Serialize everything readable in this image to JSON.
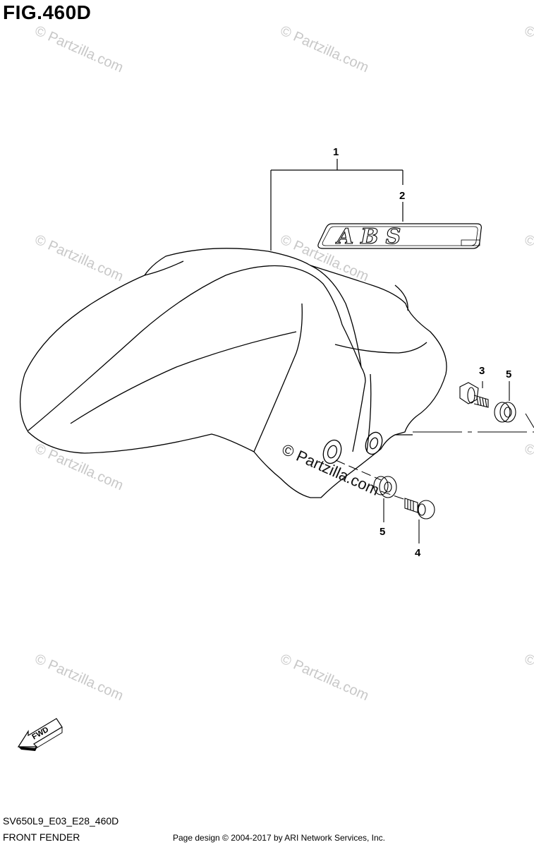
{
  "figure": {
    "title": "FIG.460D"
  },
  "watermark": {
    "text": "© Partzilla.com",
    "center_text": "© Partzilla.com"
  },
  "callouts": [
    {
      "id": "c1",
      "label": "1"
    },
    {
      "id": "c2",
      "label": "2"
    },
    {
      "id": "c3",
      "label": "3"
    },
    {
      "id": "c5a",
      "label": "5"
    },
    {
      "id": "c5b",
      "label": "5"
    },
    {
      "id": "c4",
      "label": "4"
    }
  ],
  "emblem": {
    "text": "ABS"
  },
  "fwd_arrow": {
    "text": "FWD"
  },
  "footer": {
    "code": "SV650L9_E03_E28_460D",
    "name": "FRONT FENDER",
    "credit": "Page design © 2004-2017 by ARI Network Services, Inc."
  }
}
